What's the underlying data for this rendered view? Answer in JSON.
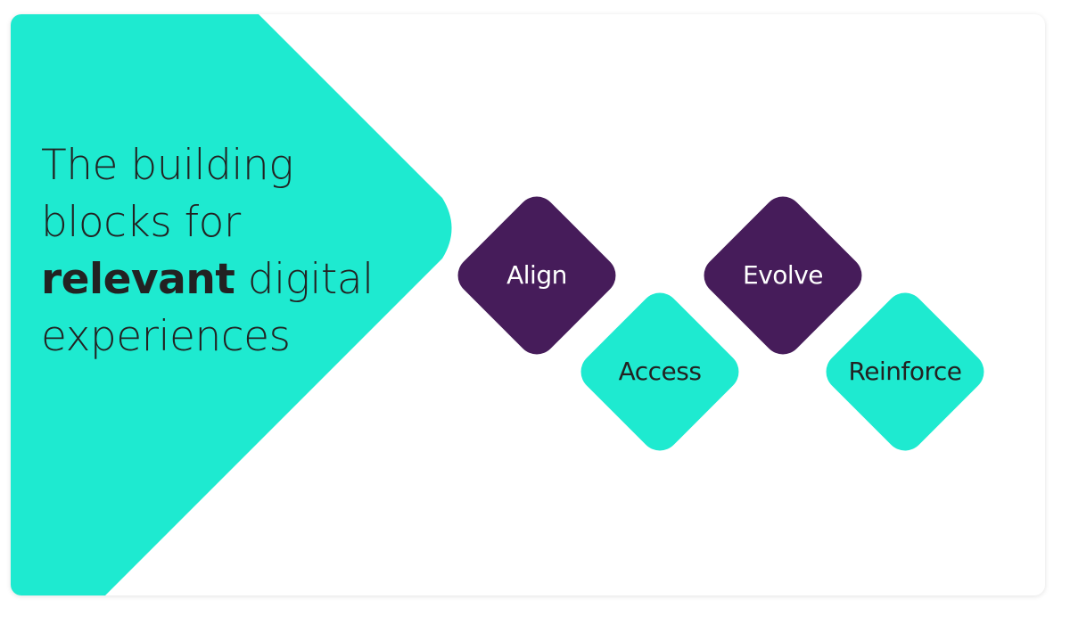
{
  "headline": {
    "line1": "The building",
    "line2": "blocks for",
    "bold_word": "relevant",
    "line3_rest": " digital",
    "line4": "experiences"
  },
  "blocks": [
    {
      "label": "Align",
      "color": "#461c5a"
    },
    {
      "label": "Access",
      "color": "#1eead0"
    },
    {
      "label": "Evolve",
      "color": "#461c5a"
    },
    {
      "label": "Reinforce",
      "color": "#1eead0"
    }
  ],
  "colors": {
    "accent_teal": "#1eead0",
    "accent_purple": "#461c5a",
    "text_dark": "#222222",
    "background": "#ffffff"
  }
}
